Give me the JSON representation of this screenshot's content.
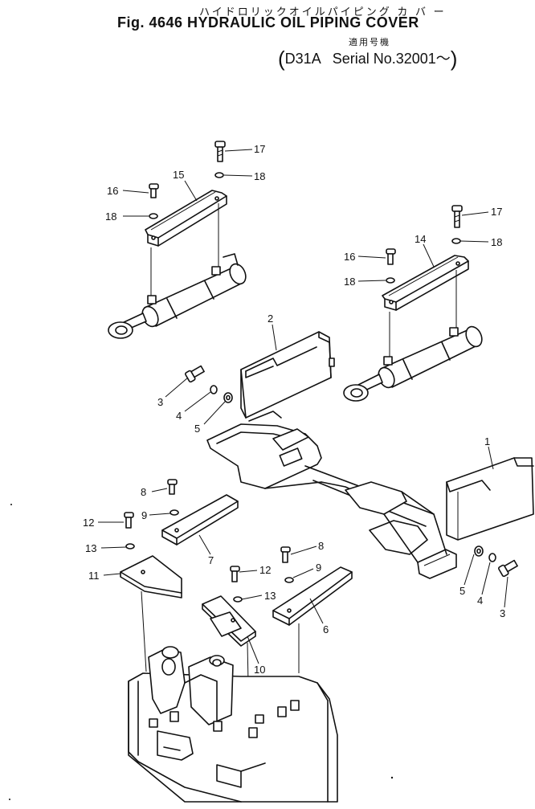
{
  "header": {
    "title_jp": "ハイドロリックオイルパイピング カ バ ー",
    "title_en": "Fig. 4646 HYDRAULIC OIL PIPING COVER",
    "applicability_jp": "適用号機",
    "model": "D31A",
    "serial_label": "Serial No.",
    "serial_value": "32001～"
  },
  "callouts": [
    {
      "id": "c17a",
      "label": "17"
    },
    {
      "id": "c18a",
      "label": "18"
    },
    {
      "id": "c15",
      "label": "15"
    },
    {
      "id": "c16a",
      "label": "16"
    },
    {
      "id": "c18b",
      "label": "18"
    },
    {
      "id": "c17b",
      "label": "17"
    },
    {
      "id": "c18c",
      "label": "18"
    },
    {
      "id": "c14",
      "label": "14"
    },
    {
      "id": "c16b",
      "label": "16"
    },
    {
      "id": "c18d",
      "label": "18"
    },
    {
      "id": "c2",
      "label": "2"
    },
    {
      "id": "c3a",
      "label": "3"
    },
    {
      "id": "c4a",
      "label": "4"
    },
    {
      "id": "c5a",
      "label": "5"
    },
    {
      "id": "c1",
      "label": "1"
    },
    {
      "id": "c8a",
      "label": "8"
    },
    {
      "id": "c9a",
      "label": "9"
    },
    {
      "id": "c12a",
      "label": "12"
    },
    {
      "id": "c13a",
      "label": "13"
    },
    {
      "id": "c7",
      "label": "7"
    },
    {
      "id": "c11",
      "label": "11"
    },
    {
      "id": "c8b",
      "label": "8"
    },
    {
      "id": "c12b",
      "label": "12"
    },
    {
      "id": "c9b",
      "label": "9"
    },
    {
      "id": "c13b",
      "label": "13"
    },
    {
      "id": "c6",
      "label": "6"
    },
    {
      "id": "c10",
      "label": "10"
    },
    {
      "id": "c5b",
      "label": "5"
    },
    {
      "id": "c4b",
      "label": "4"
    },
    {
      "id": "c3b",
      "label": "3"
    }
  ]
}
